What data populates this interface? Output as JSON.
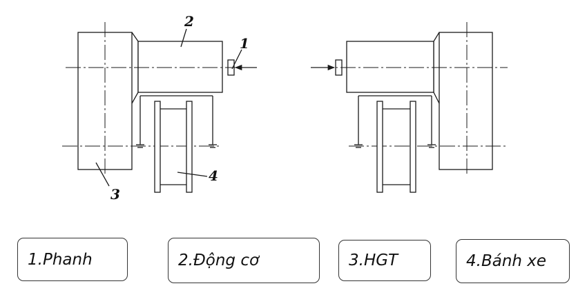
{
  "callouts": {
    "n1": "1",
    "n2": "2",
    "n3": "3",
    "n4": "4"
  },
  "legend": [
    {
      "label": "1.Phanh"
    },
    {
      "label": "2.Động cơ"
    },
    {
      "label": "3.HGT"
    },
    {
      "label": "4.Bánh xe"
    }
  ]
}
